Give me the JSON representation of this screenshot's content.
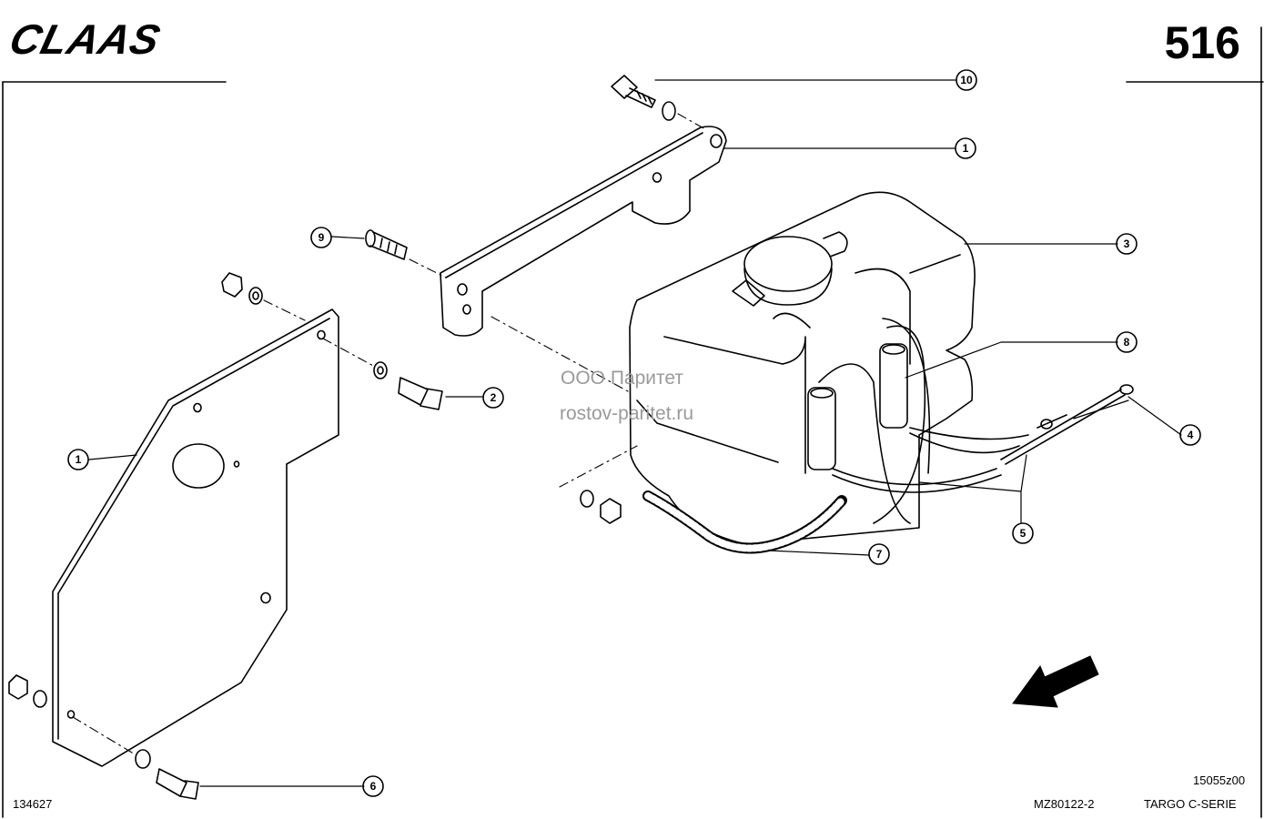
{
  "header": {
    "logo_text": "CLAAS",
    "page_number": "516"
  },
  "watermark": {
    "line1": "ООО Паритет",
    "line2": "rostov-paritet.ru"
  },
  "callouts": [
    {
      "label": "10"
    },
    {
      "label": "1"
    },
    {
      "label": "9"
    },
    {
      "label": "3"
    },
    {
      "label": "8"
    },
    {
      "label": "2"
    },
    {
      "label": "4"
    },
    {
      "label": "1"
    },
    {
      "label": "5"
    },
    {
      "label": "7"
    },
    {
      "label": "6"
    }
  ],
  "footer": {
    "drawing_id": "134627",
    "ref_code": "15055z00",
    "doc_code": "MZ80122-2",
    "series": "TARGO C-SERIE"
  },
  "colors": {
    "ink": "#000000",
    "watermark": "#9a9a9a",
    "paper": "#ffffff"
  }
}
